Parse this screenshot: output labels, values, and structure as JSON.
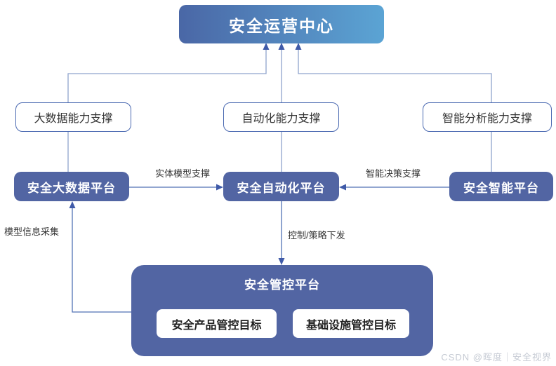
{
  "diagram": {
    "title": "安全运营中心",
    "capabilities": [
      {
        "label": "大数据能力支撑"
      },
      {
        "label": "自动化能力支撑"
      },
      {
        "label": "智能分析能力支撑"
      }
    ],
    "platforms": [
      {
        "label": "安全大数据平台"
      },
      {
        "label": "安全自动化平台"
      },
      {
        "label": "安全智能平台"
      }
    ],
    "edge_labels": {
      "entity_model": "实体模型支撑",
      "intelligent_decision": "智能决策支撑",
      "model_info_collection": "模型信息采集",
      "control_policy": "控制/策略下发"
    },
    "control_platform": {
      "title": "安全管控平台",
      "targets": [
        {
          "label": "安全产品管控目标"
        },
        {
          "label": "基础设施管控目标"
        }
      ]
    },
    "watermark": "CSDN @晖度｜安全视界",
    "colors": {
      "top_gradient_left": "#4a67a6",
      "top_gradient_right": "#5ba4d4",
      "platform_fill": "#5265a3",
      "route_line": "#8fa3cd",
      "arrow_line": "#5272b5",
      "arrow_head": "#3f5aa8",
      "box_border": "#4a69b1"
    }
  }
}
